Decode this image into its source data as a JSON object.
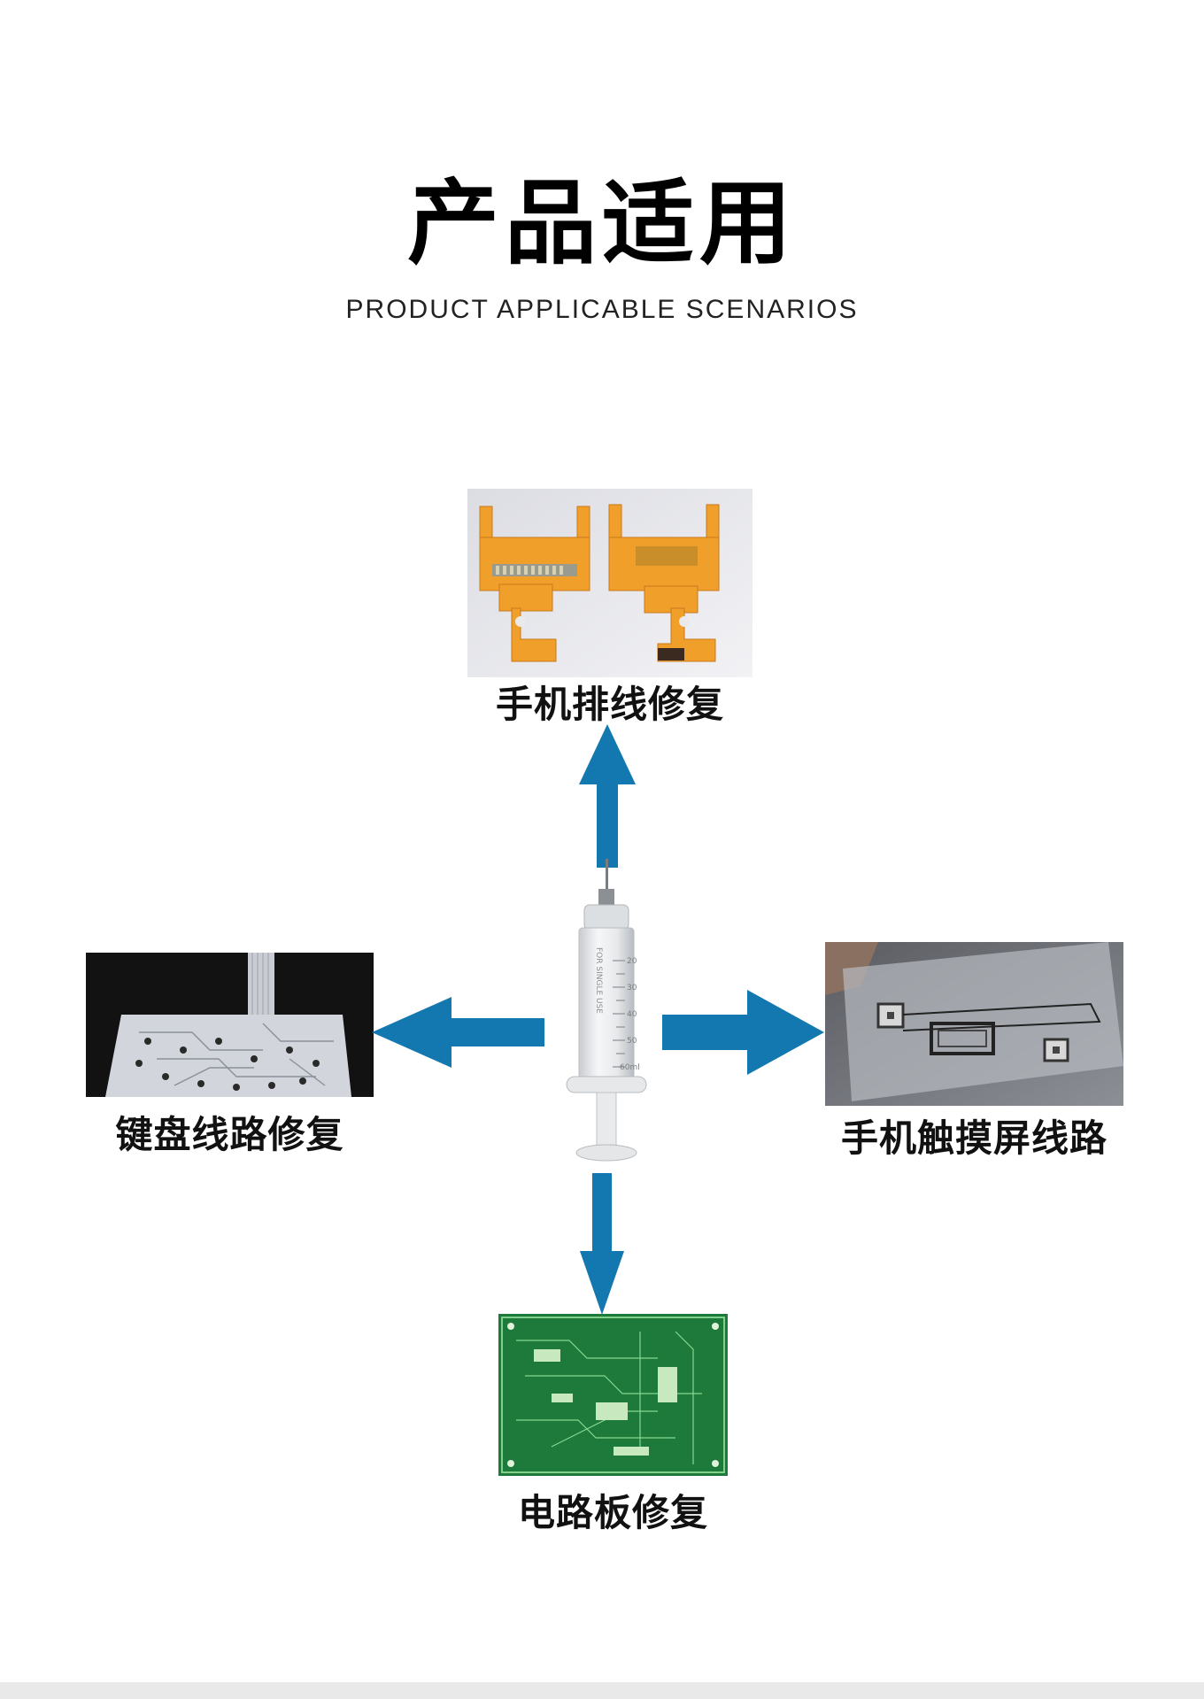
{
  "header": {
    "title": "产品适用",
    "subtitle": "PRODUCT APPLICABLE SCENARIOS"
  },
  "scenarios": {
    "top": {
      "label": "手机排线修复",
      "icon": "flex-cable-photo"
    },
    "left": {
      "label": "键盘线路修复",
      "icon": "keyboard-membrane-photo"
    },
    "right": {
      "label": "手机触摸屏线路",
      "icon": "touchscreen-photo"
    },
    "bottom": {
      "label": "电路板修复",
      "icon": "pcb-photo"
    }
  },
  "syringe": {
    "icon": "syringe-icon",
    "text": "FOR SINGLE USE",
    "ticks": [
      "20",
      "30",
      "40",
      "50",
      "60ml"
    ]
  },
  "colors": {
    "arrow": "#1478b0",
    "flex": "#f0a02a",
    "pcb": "#1e7a3a"
  }
}
